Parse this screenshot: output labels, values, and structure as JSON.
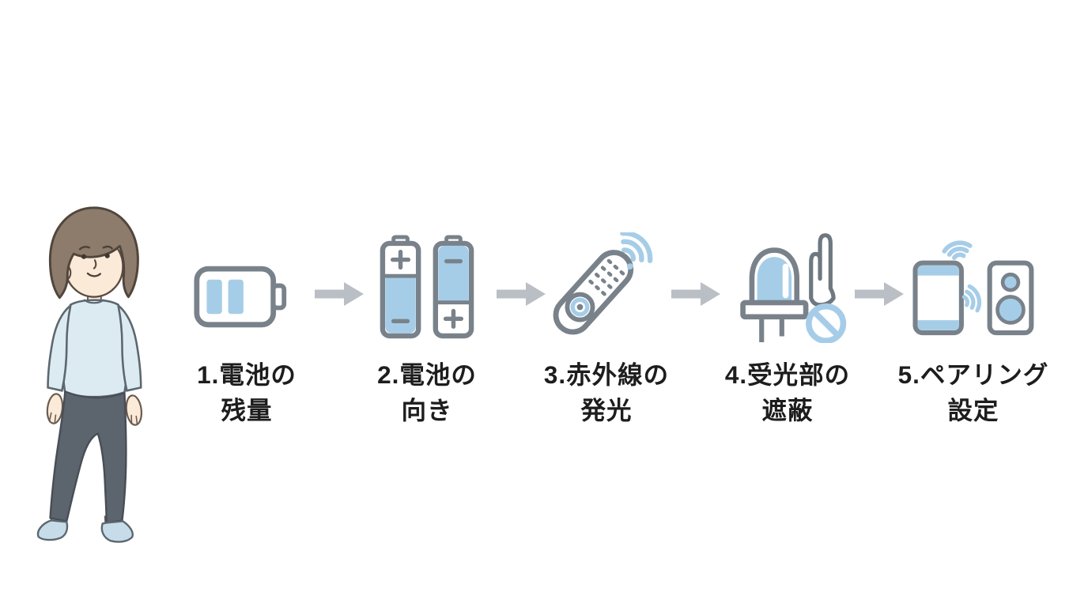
{
  "canvas": {
    "background": "#ffffff"
  },
  "colors": {
    "icon_outline": "#79828a",
    "icon_blue": "#a6cde8",
    "arrow_gray": "#b9bfc5",
    "label_text": "#1d1d1d",
    "hair_brown": "#8d7b6c",
    "shirt_blue": "#dcebf1",
    "pants_gray": "#5c646e",
    "shoe_blue": "#c6dde9",
    "skin": "#fcead9"
  },
  "person": {
    "description": "walking woman with brown bob hair, light blue top, gray pants, blue flats"
  },
  "steps": [
    {
      "icon": "battery-level-icon",
      "label_line1": "1.電池の",
      "label_line2": "残量"
    },
    {
      "icon": "battery-orientation-icon",
      "label_line1": "2.電池の",
      "label_line2": "向き",
      "polarity_signs": {
        "left_top": "+",
        "left_bottom": "−",
        "right_top": "−",
        "right_bottom": "+"
      }
    },
    {
      "icon": "remote-infrared-icon",
      "label_line1": "3.赤外線の",
      "label_line2": "発光"
    },
    {
      "icon": "receiver-blocked-icon",
      "label_line1": "4.受光部の",
      "label_line2": "遮蔽"
    },
    {
      "icon": "pairing-icon",
      "label_line1": "5.ペアリング",
      "label_line2": "設定"
    }
  ],
  "arrows": {
    "count": 4,
    "direction": "right"
  }
}
